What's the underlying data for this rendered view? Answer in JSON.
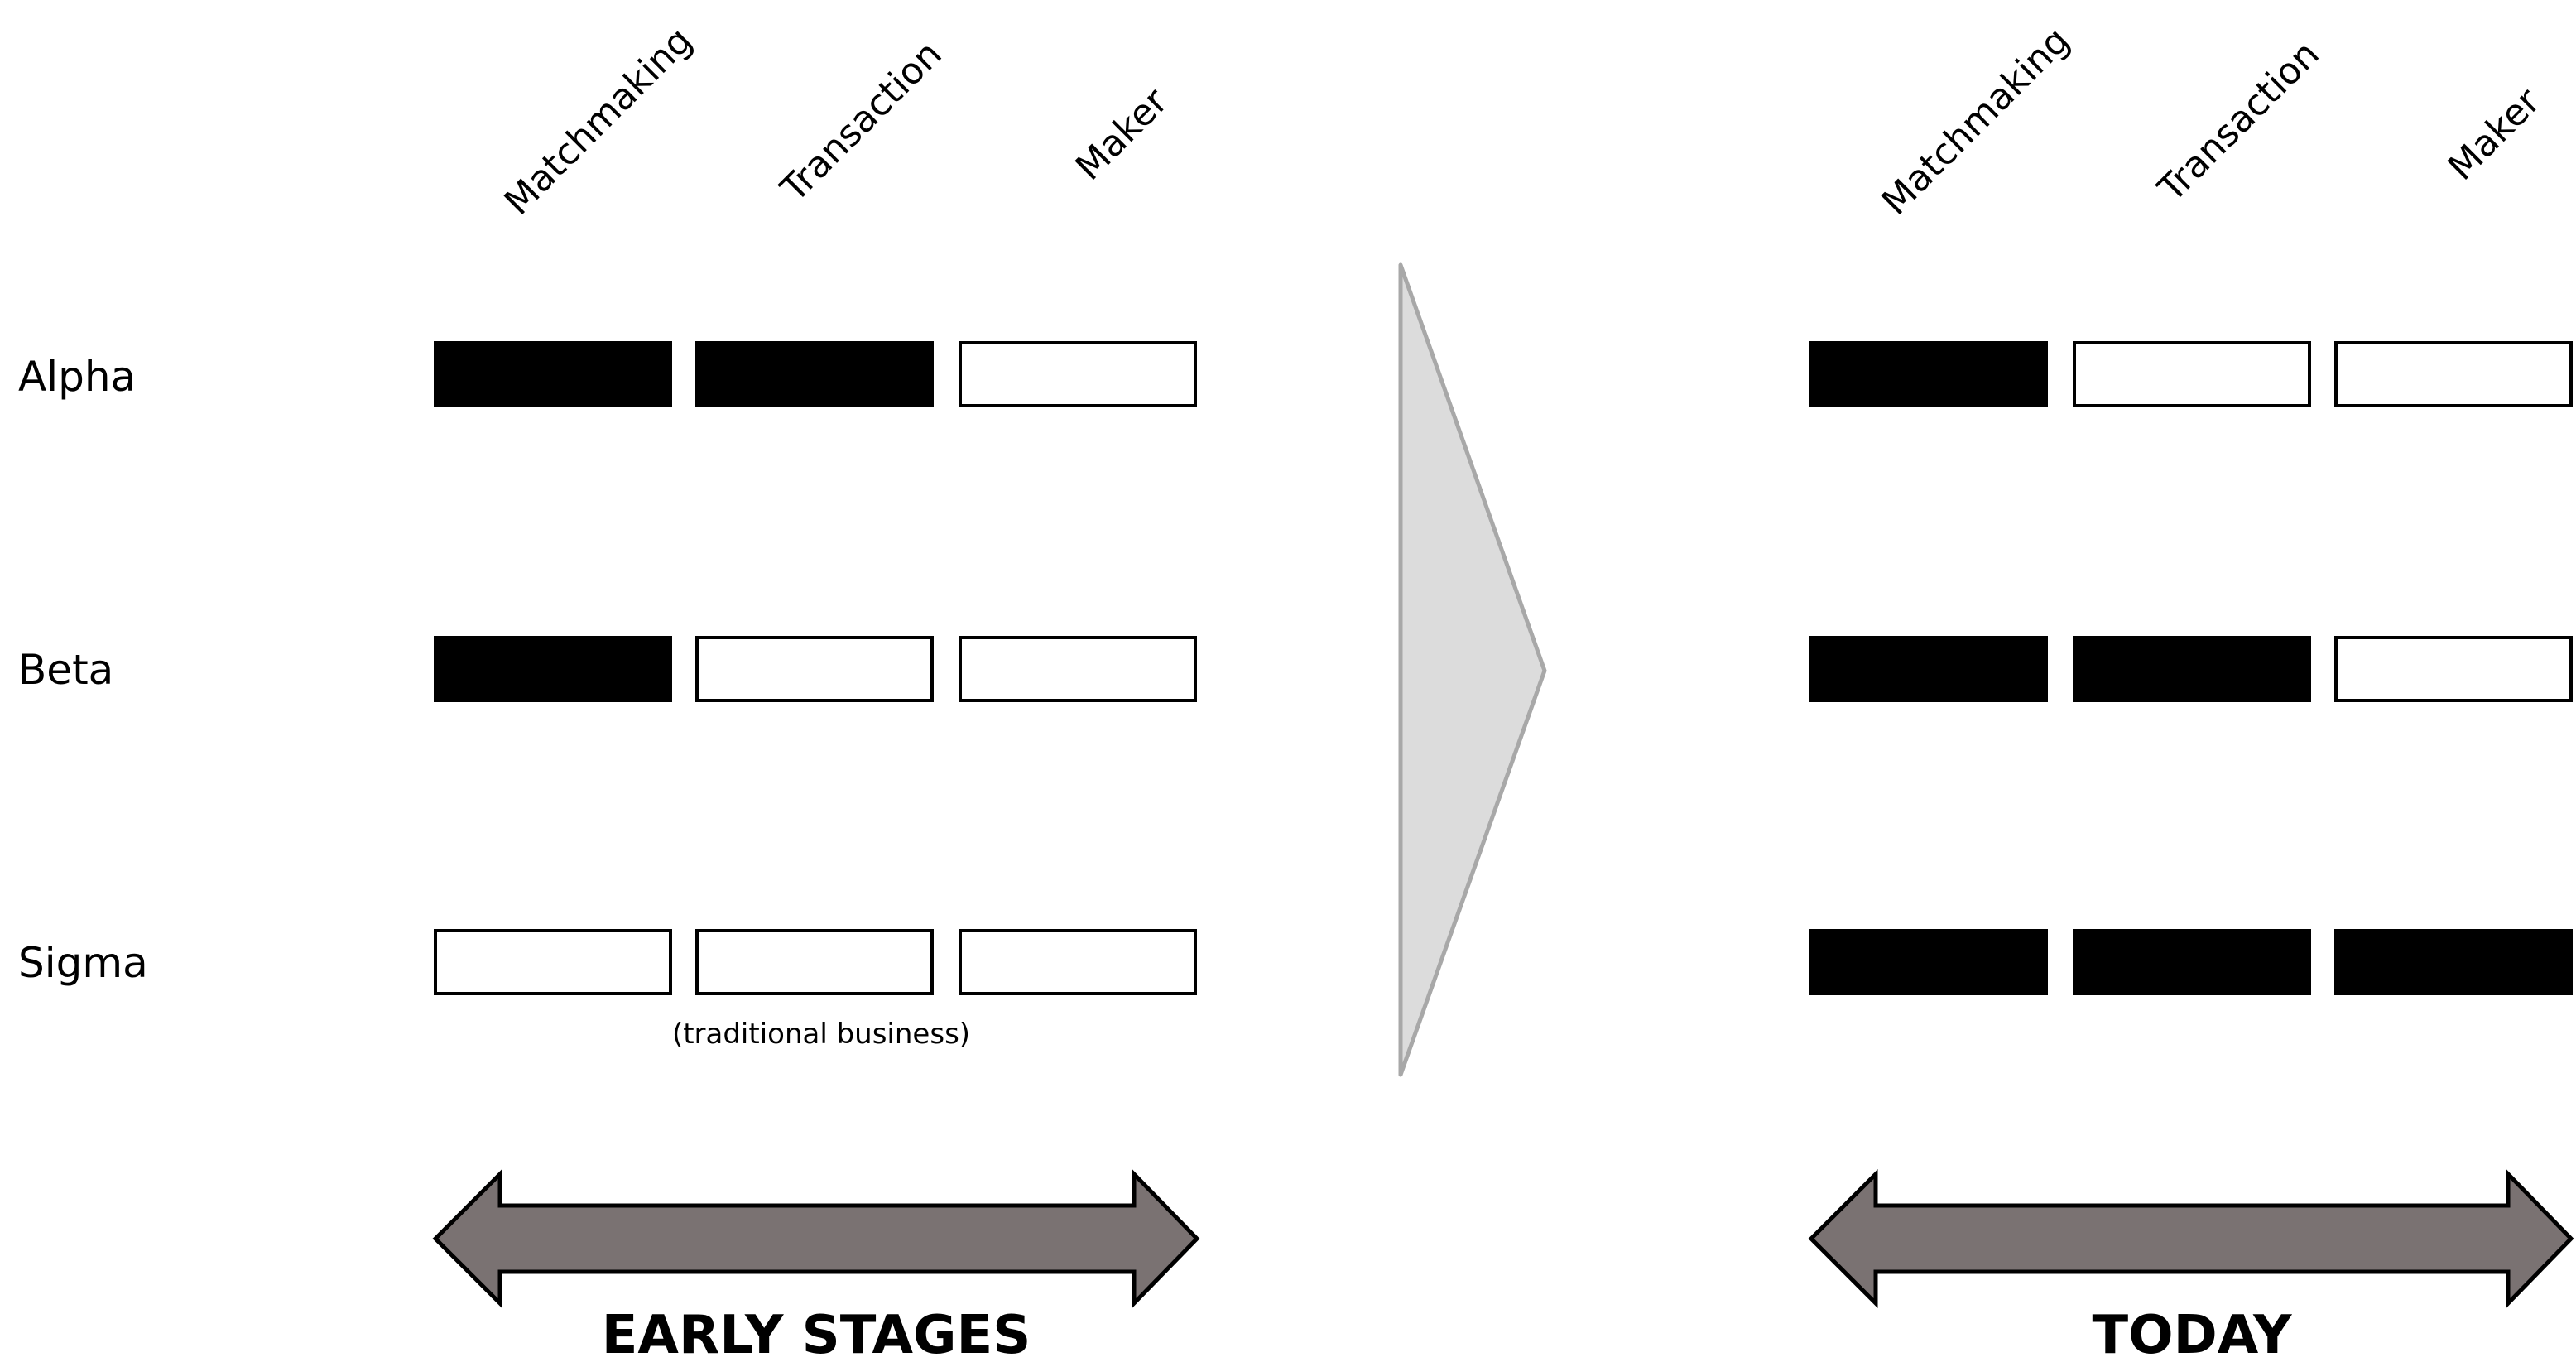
{
  "columns": [
    "Matchmaking",
    "Transaction",
    "Maker"
  ],
  "rows": [
    "Alpha",
    "Beta",
    "Sigma"
  ],
  "panels": [
    {
      "id": "early",
      "caption": "EARLY STAGES",
      "filled": [
        [
          true,
          true,
          false
        ],
        [
          true,
          false,
          false
        ],
        [
          false,
          false,
          false
        ]
      ],
      "note": "(traditional business)"
    },
    {
      "id": "today",
      "caption": "TODAY",
      "filled": [
        [
          true,
          false,
          false
        ],
        [
          true,
          true,
          false
        ],
        [
          true,
          true,
          true
        ]
      ]
    }
  ],
  "colors": {
    "fill": "#000000",
    "empty": "#ffffff",
    "outline": "#000000",
    "double_arrow": "#7a7272",
    "transition_arrow_fill": "#dcdcdc",
    "transition_arrow_stroke": "#a8a8a8"
  }
}
